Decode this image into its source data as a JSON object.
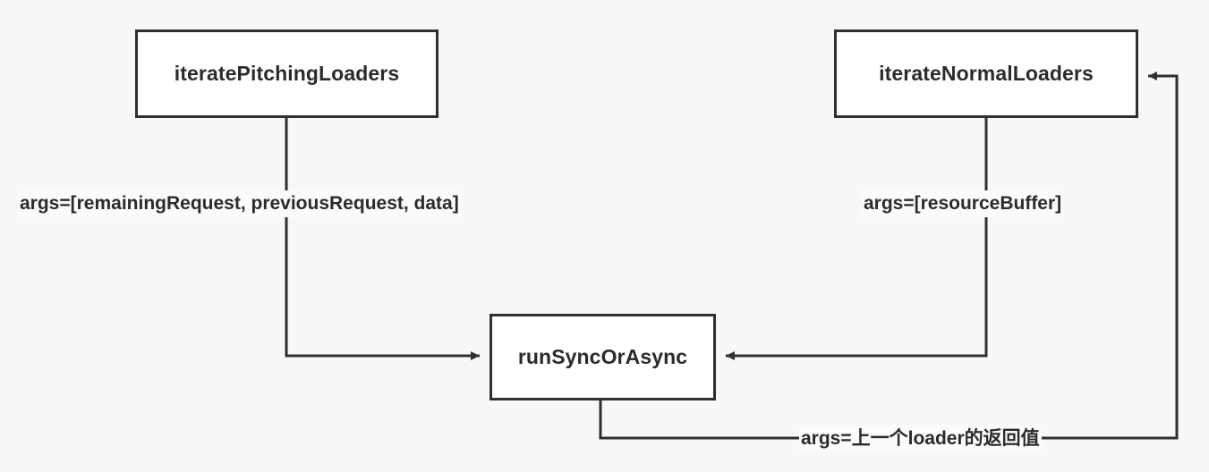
{
  "diagram": {
    "type": "flowchart",
    "background_color": "#f8f8f8",
    "node_border_color": "#2f2f2f",
    "node_fill_color": "#ffffff",
    "edge_color": "#2f2f2f",
    "text_color": "#2b2b2b",
    "nodes": [
      {
        "id": "iteratePitchingLoaders",
        "label": "iteratePitchingLoaders"
      },
      {
        "id": "iterateNormalLoaders",
        "label": "iterateNormalLoaders"
      },
      {
        "id": "runSyncOrAsync",
        "label": "runSyncOrAsync"
      }
    ],
    "edges": [
      {
        "id": "pitching-to-runsync",
        "from": "iteratePitchingLoaders",
        "to": "runSyncOrAsync",
        "label": "args=[remainingRequest, previousRequest, data]"
      },
      {
        "id": "normal-to-runsync",
        "from": "iterateNormalLoaders",
        "to": "runSyncOrAsync",
        "label": "args=[resourceBuffer]"
      },
      {
        "id": "runsync-to-normal",
        "from": "runSyncOrAsync",
        "to": "iterateNormalLoaders",
        "label": "args=上一个loader的返回值"
      }
    ]
  }
}
